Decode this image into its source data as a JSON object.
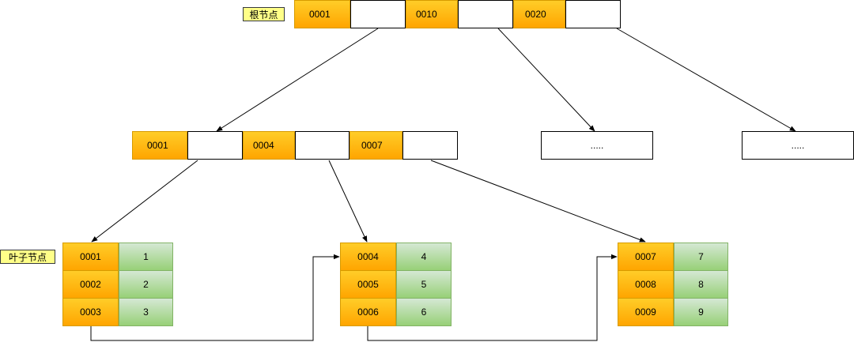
{
  "labels": {
    "root": "根节点",
    "leaf": "叶子节点"
  },
  "root_node": {
    "keys": [
      "0001",
      "0010",
      "0020"
    ]
  },
  "internal_node": {
    "keys": [
      "0001",
      "0004",
      "0007"
    ]
  },
  "other_nodes": [
    {
      "text": "....."
    },
    {
      "text": "....."
    }
  ],
  "leaf_nodes": [
    {
      "rows": [
        {
          "key": "0001",
          "value": "1"
        },
        {
          "key": "0002",
          "value": "2"
        },
        {
          "key": "0003",
          "value": "3"
        }
      ]
    },
    {
      "rows": [
        {
          "key": "0004",
          "value": "4"
        },
        {
          "key": "0005",
          "value": "5"
        },
        {
          "key": "0006",
          "value": "6"
        }
      ]
    },
    {
      "rows": [
        {
          "key": "0007",
          "value": "7"
        },
        {
          "key": "0008",
          "value": "8"
        },
        {
          "key": "0009",
          "value": "9"
        }
      ]
    }
  ],
  "colors": {
    "key_fill": "#ffa500",
    "key_border": "#d79b00",
    "value_fill": "#97d077",
    "value_border": "#82b366",
    "label_fill": "#ffff88"
  }
}
